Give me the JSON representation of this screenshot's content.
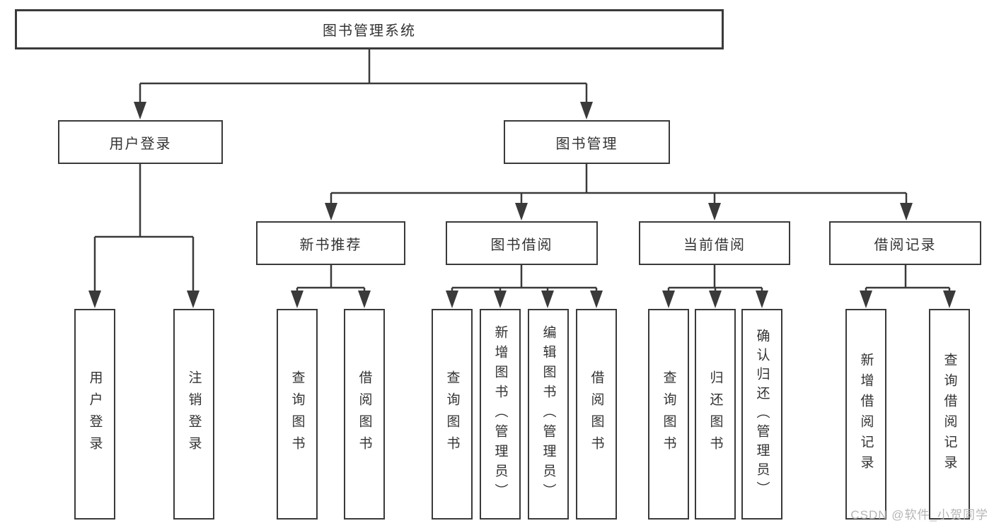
{
  "diagram": {
    "type": "hierarchy-flowchart",
    "colors": {
      "line": "#3a3a3a",
      "box_border": "#3a3a3a",
      "text": "#333333",
      "background": "#ffffff",
      "watermark": "#b5b5b5"
    },
    "watermark": "CSDN @软件_小贺同学",
    "tree": {
      "label": "图书管理系统",
      "children": [
        {
          "label": "用户登录",
          "children": [
            {
              "label": "用户登录"
            },
            {
              "label": "注销登录"
            }
          ]
        },
        {
          "label": "图书管理",
          "children": [
            {
              "label": "新书推荐",
              "children": [
                {
                  "label": "查询图书"
                },
                {
                  "label": "借阅图书"
                }
              ]
            },
            {
              "label": "图书借阅",
              "children": [
                {
                  "label": "查询图书"
                },
                {
                  "label": "新增图书（管理员）"
                },
                {
                  "label": "编辑图书（管理员）"
                },
                {
                  "label": "借阅图书"
                }
              ]
            },
            {
              "label": "当前借阅",
              "children": [
                {
                  "label": "查询图书"
                },
                {
                  "label": "归还图书"
                },
                {
                  "label": "确认归还（管理员）"
                }
              ]
            },
            {
              "label": "借阅记录",
              "children": [
                {
                  "label": "新增借阅记录"
                },
                {
                  "label": "查询借阅记录"
                }
              ]
            }
          ]
        }
      ]
    }
  }
}
